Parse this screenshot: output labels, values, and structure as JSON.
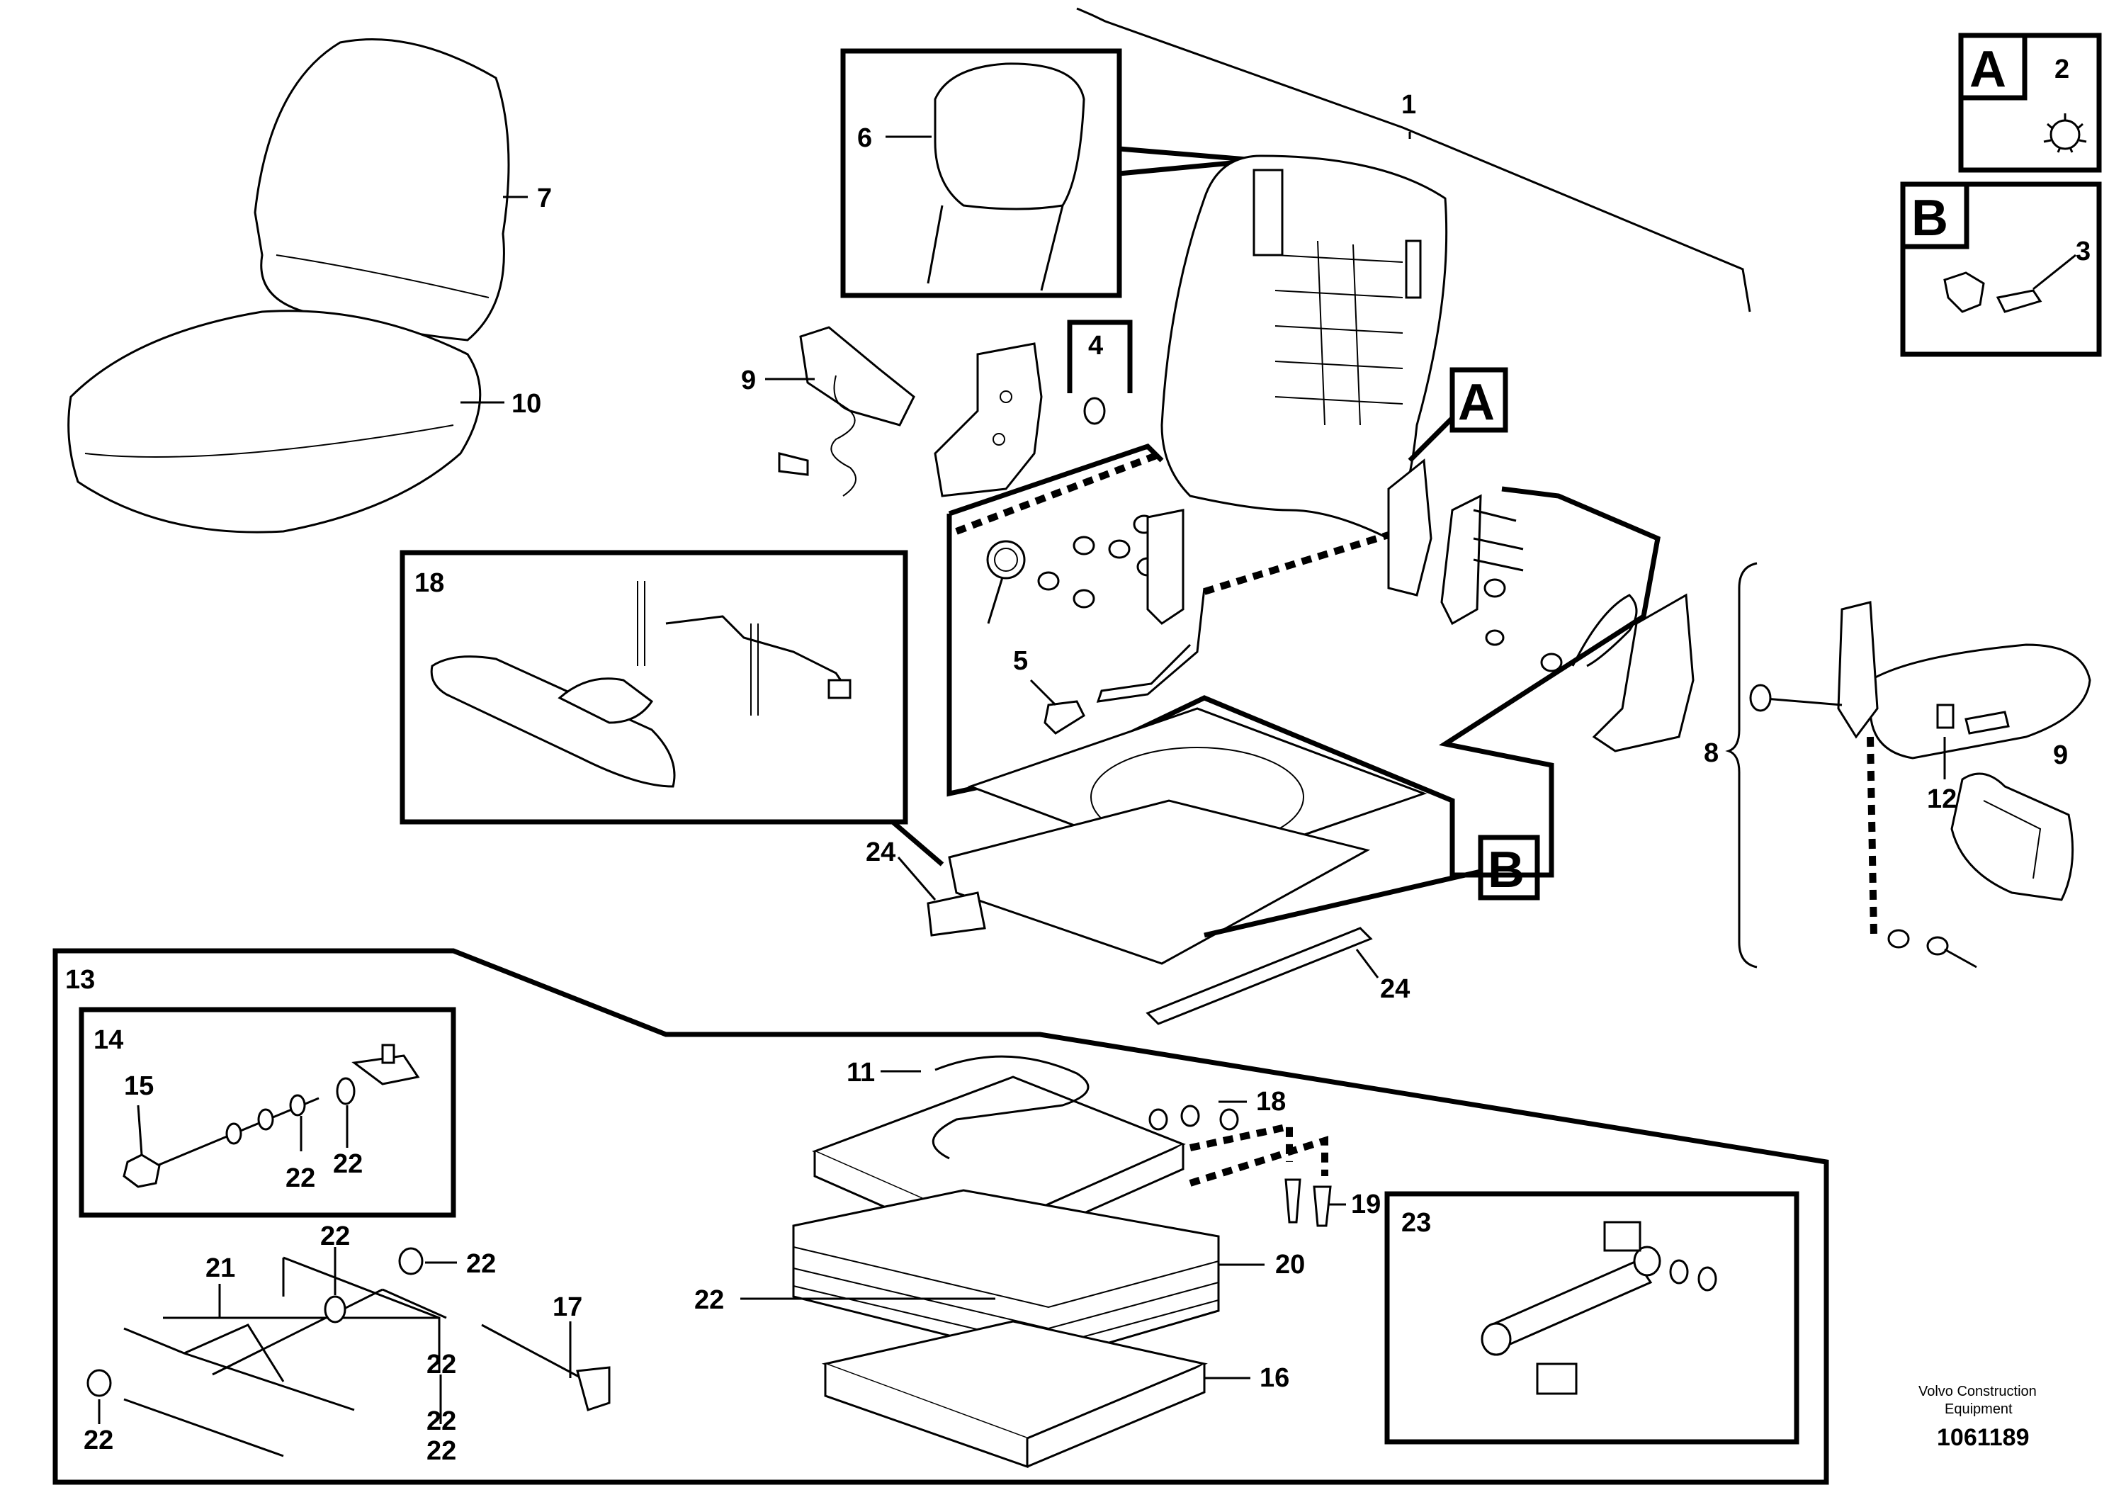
{
  "callouts": {
    "c1": "1",
    "c2": "2",
    "c3": "3",
    "c4": "4",
    "c5": "5",
    "c6": "6",
    "c7": "7",
    "c8": "8",
    "c9a": "9",
    "c9b": "9",
    "c10": "10",
    "c11": "11",
    "c12": "12",
    "c13": "13",
    "c14": "14",
    "c15": "15",
    "c16": "16",
    "c17": "17",
    "c18a": "18",
    "c18b": "18",
    "c19": "19",
    "c20": "20",
    "c21": "21",
    "c22_a": "22",
    "c22_b": "22",
    "c22_c": "22",
    "c22_d": "22",
    "c22_e": "22",
    "c22_f": "22",
    "c22_g": "22",
    "c22_h": "22",
    "c22_i": "22",
    "c23": "23",
    "c24a": "24",
    "c24b": "24"
  },
  "detail_boxes": {
    "a": "A",
    "b": "B",
    "a_ref": "A",
    "b_ref": "B"
  },
  "footer": {
    "company_line1": "Volvo Construction",
    "company_line2": "Equipment",
    "drawing_number": "1061189"
  }
}
